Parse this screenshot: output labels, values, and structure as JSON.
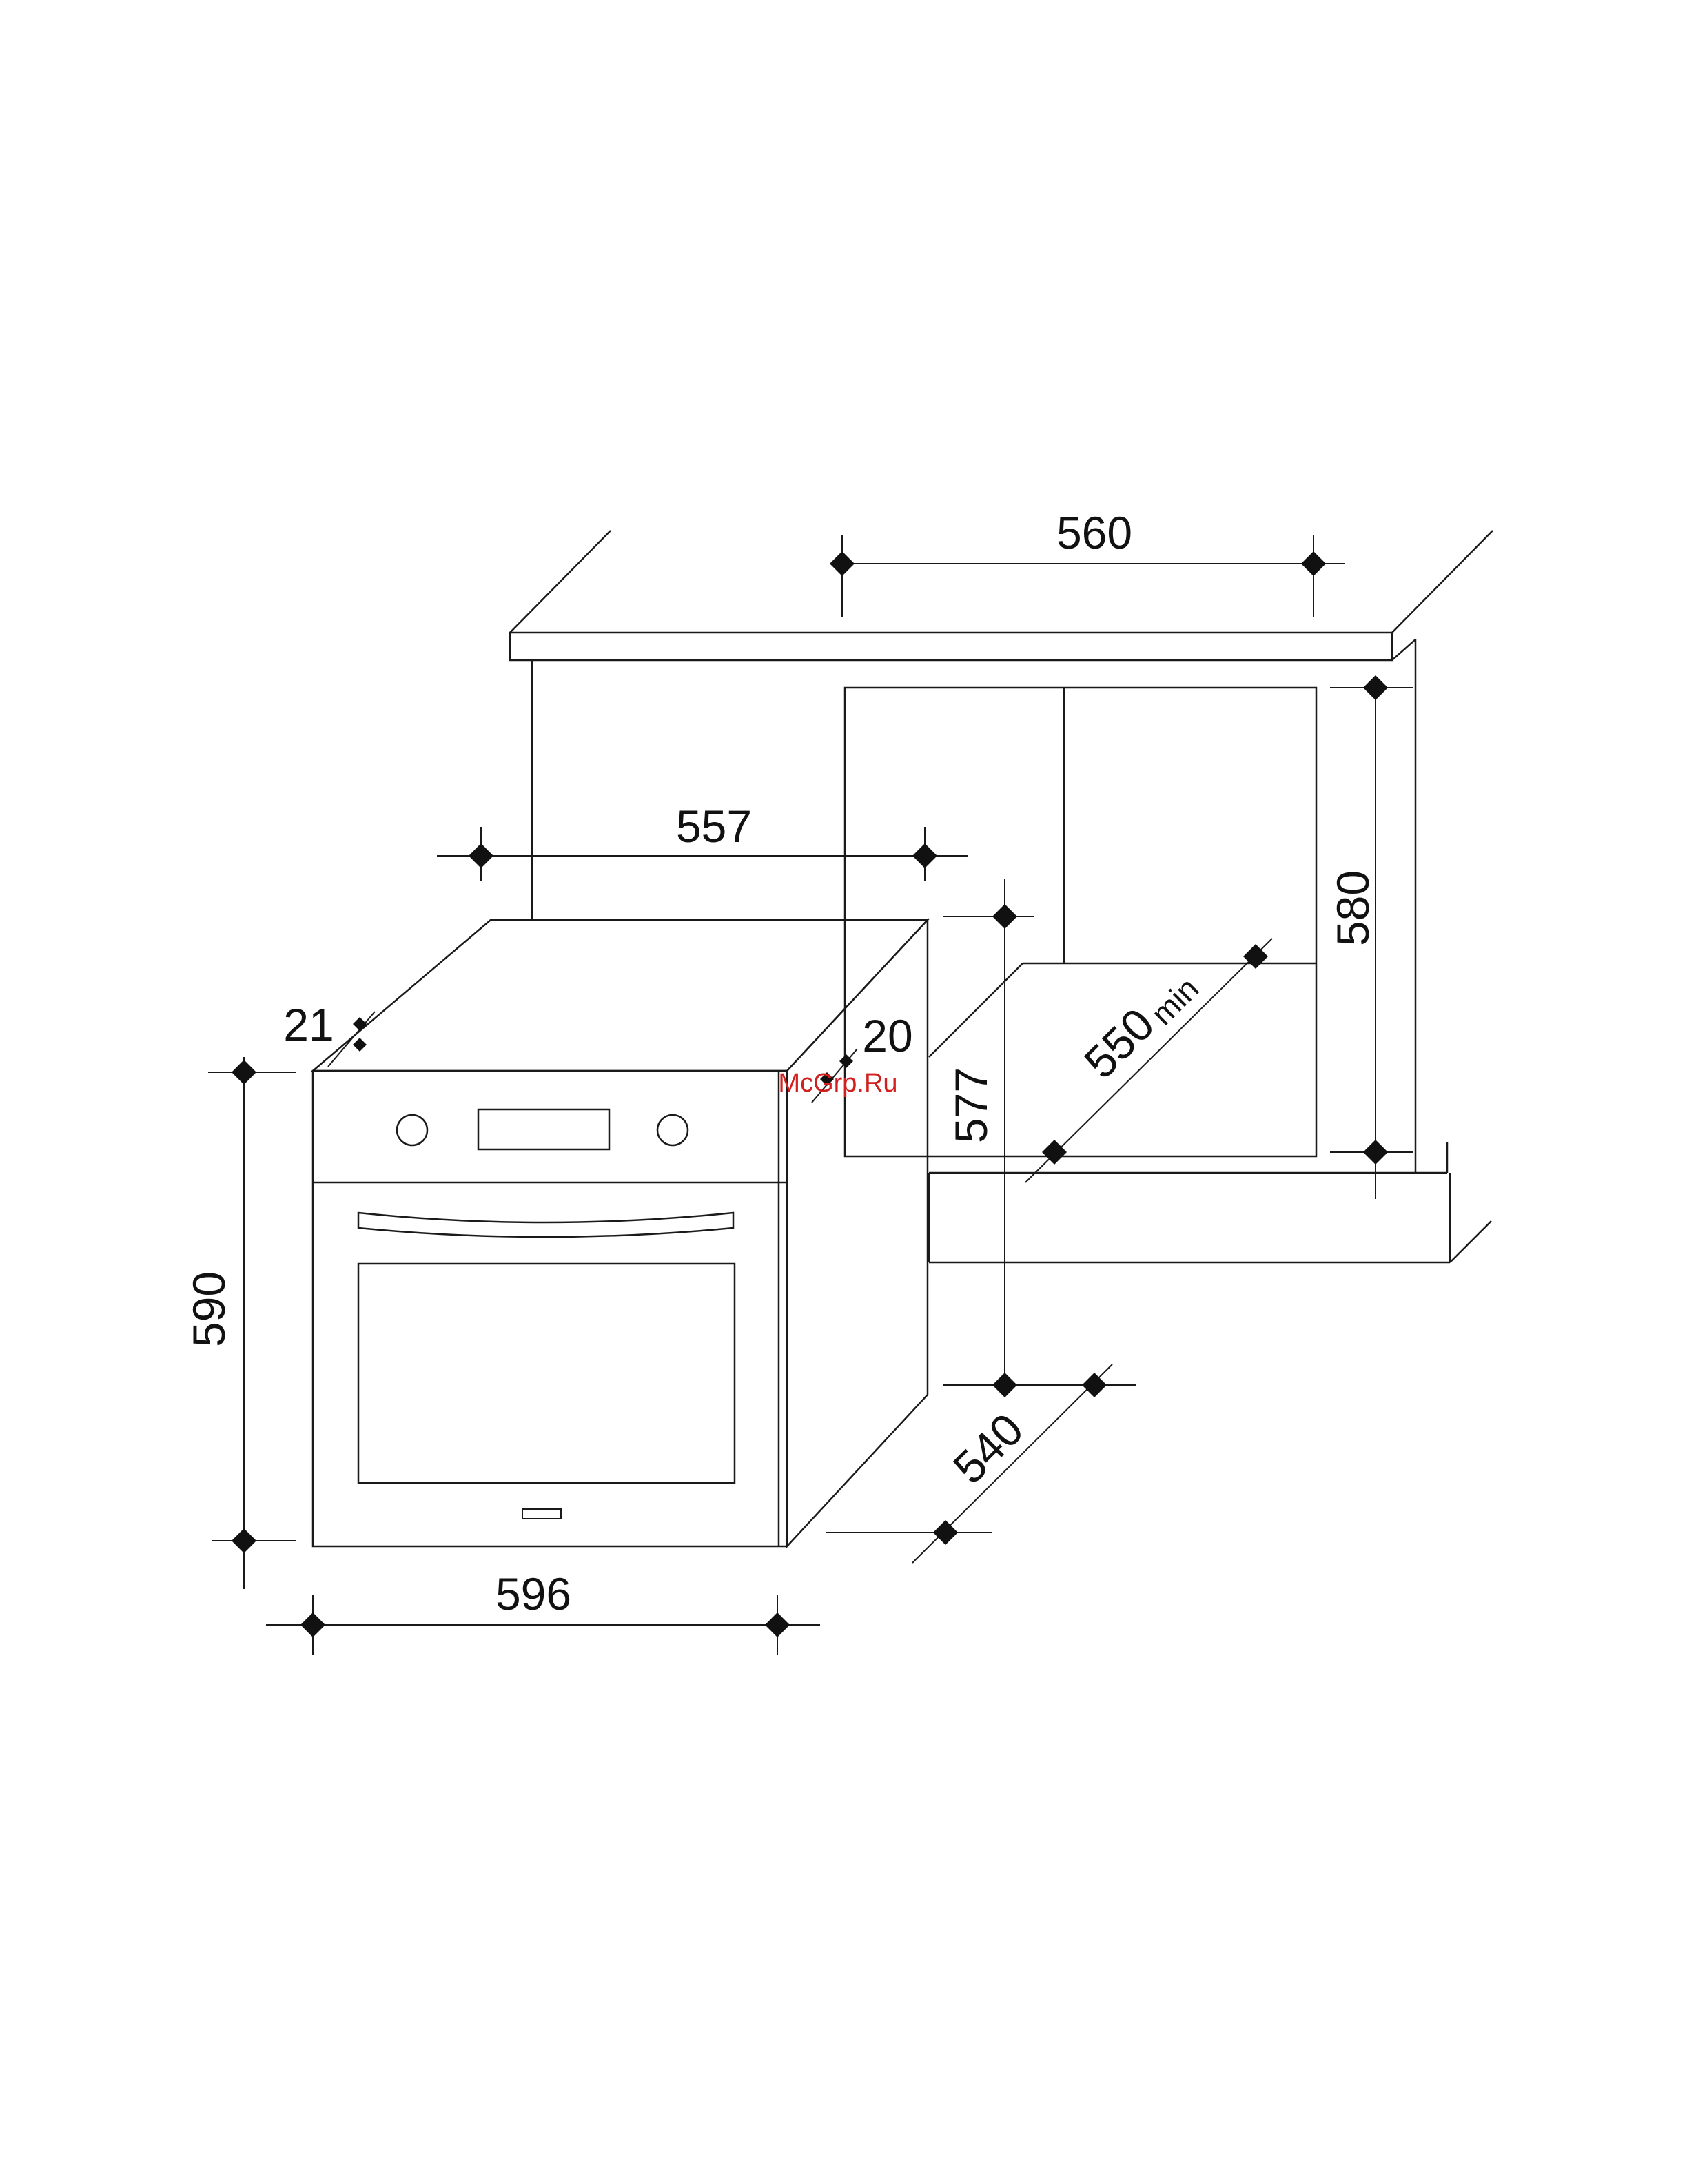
{
  "dimensions": {
    "cab_width": "560",
    "cab_height": "580",
    "oven_depth_top": "557",
    "door_offset": "21",
    "side_offset": "20",
    "opening_height": "577",
    "opening_depth": "550",
    "opening_depth_unit": "min",
    "oven_height": "590",
    "oven_width": "596",
    "oven_depth_bottom": "540"
  },
  "watermark": "McGrp.Ru",
  "colors": {
    "line": "#1a1a1a",
    "watermark": "#d22020",
    "background": "#ffffff"
  }
}
